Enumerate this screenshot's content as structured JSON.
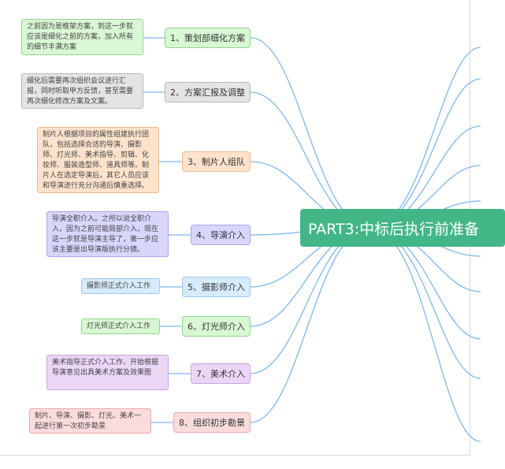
{
  "center": {
    "label": "PART3:中标后执行前准备"
  },
  "branches": [
    {
      "label": "1、策划部细化方案",
      "color": "green",
      "note": "之前因为是框架方案，到这一步就应该是细化之前的方案，加入所有的细节丰满方案"
    },
    {
      "label": "2、方案汇报及调整",
      "color": "gray",
      "note": "细化后需要再次组织会议进行汇报，同时听取甲方反馈，甚至需要再次细化修改方案及文案。"
    },
    {
      "label": "3、制片人组队",
      "color": "orange",
      "note": "制片人根据项目的属性组建执行团队，包括选择合适的导演、摄影师、灯光师、美术指导、剪辑、化妆师、服装造型师、道具师等。制片人在选定导演后，其它人员应该和导演进行充分沟通后慎重选择。"
    },
    {
      "label": "4、导演介入",
      "color": "purple",
      "note": "导演全职介入。之所以说全职介入，因为之前可能局部介入，现在这一步就是导演主导了，第一步应该主要是出导演版执行分镜。"
    },
    {
      "label": "5、摄影师介入",
      "color": "blue",
      "note": "摄影师正式介入工作"
    },
    {
      "label": "6、灯光师介入",
      "color": "green",
      "note": "灯光师正式介入工作"
    },
    {
      "label": "7、美术介入",
      "color": "violet",
      "note": "美术指导正式介入工作，开始根据导演意见出具美术方案及效果图"
    },
    {
      "label": "8、组织初步勘景",
      "color": "pink",
      "note": "制片、导演、摄影、灯光、美术一起进行第一次初步勘景"
    }
  ]
}
